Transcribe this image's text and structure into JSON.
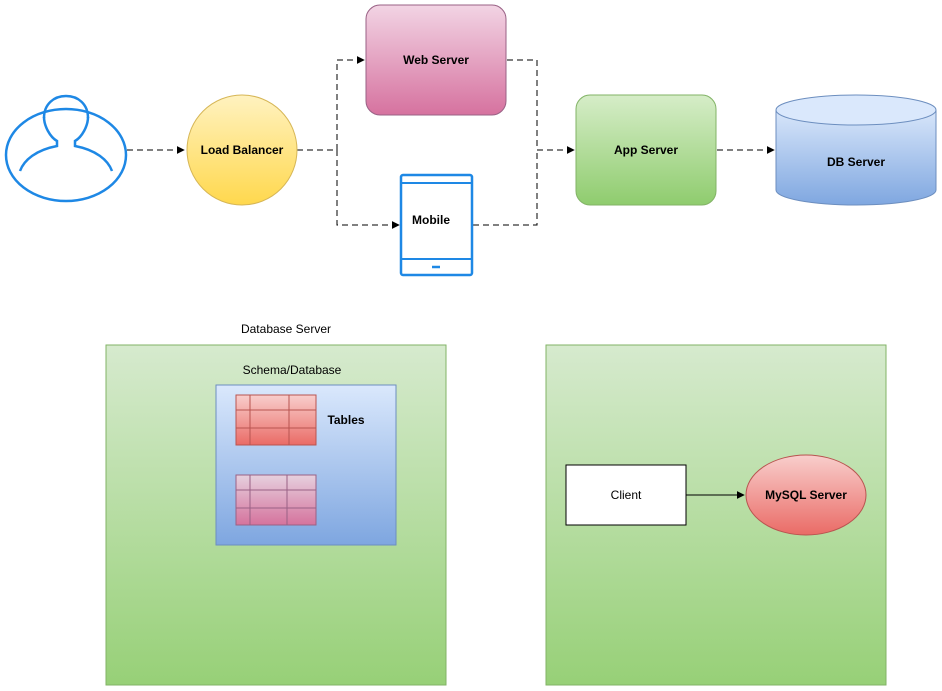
{
  "nodes": {
    "user": {
      "icon": "user-icon"
    },
    "load_balancer": {
      "label": "Load Balancer"
    },
    "web_server": {
      "label": "Web Server"
    },
    "mobile": {
      "label": "Mobile",
      "icon": "mobile-phone-icon"
    },
    "app_server": {
      "label": "App Server"
    },
    "db_server": {
      "label": "DB Server"
    }
  },
  "database_panel": {
    "title": "Database Server",
    "schema_title": "Schema/Database",
    "tables_label": "Tables",
    "icon": "table-icon"
  },
  "client_panel": {
    "client_label": "Client",
    "mysql_label": "MySQL Server"
  },
  "colors": {
    "user_stroke": "#1E88E5",
    "load_balancer_fill": "#FFE28A",
    "web_server_fill": "#E0A3C3",
    "app_server_fill": "#A8D88A",
    "db_server_fill": "#8DB2E8",
    "panel_fill": "#B6DDA0",
    "schema_fill": "#A9C4F0",
    "table_red": "#F08A80",
    "table_pink": "#D98FB4",
    "mysql_fill": "#F08A8A"
  }
}
